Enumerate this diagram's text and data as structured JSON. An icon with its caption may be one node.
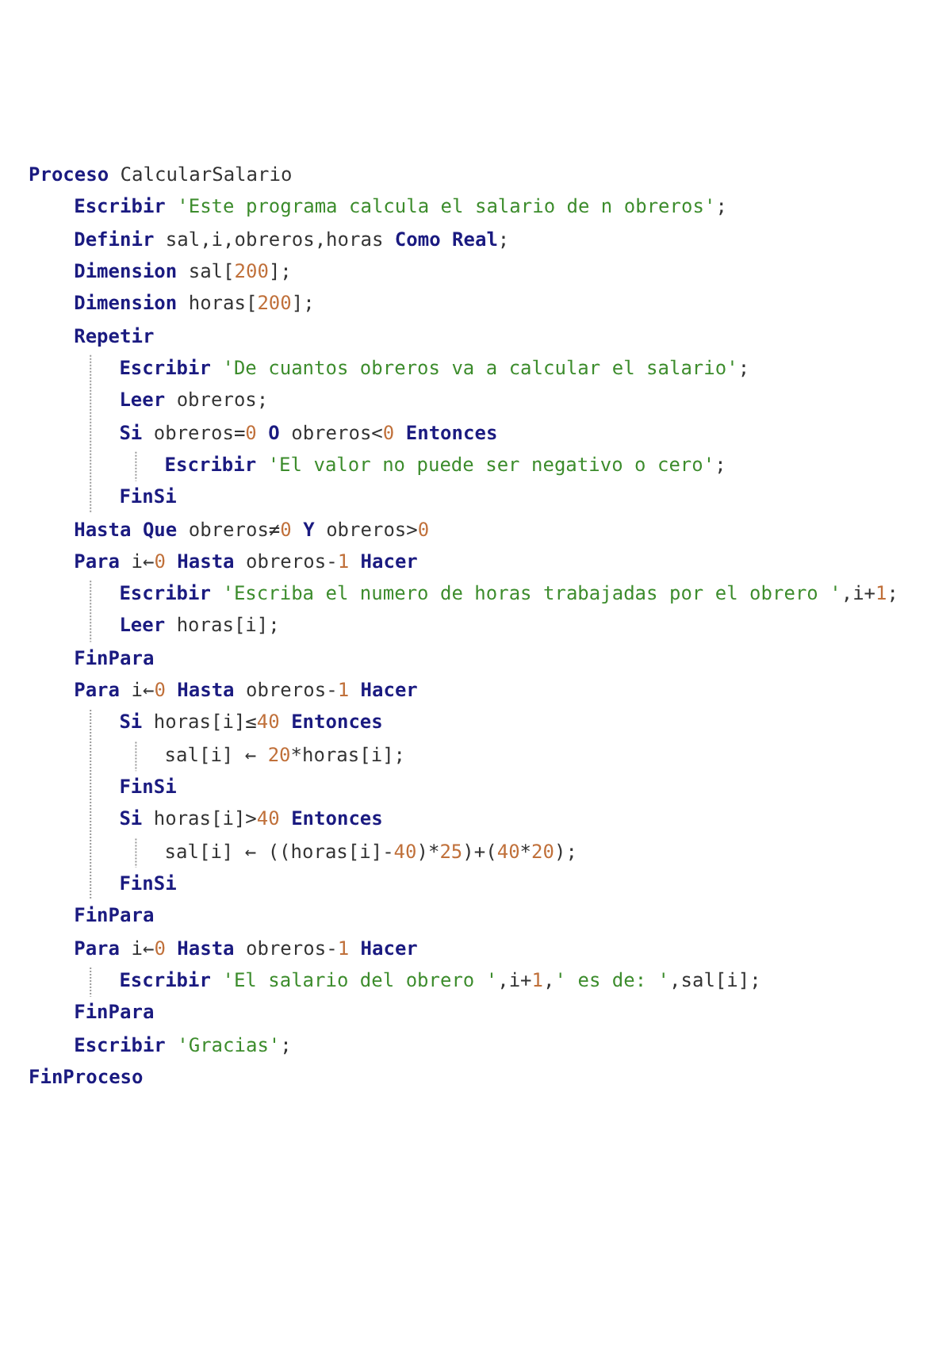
{
  "diagram": {
    "labels": [
      "**Proceso** CalcularSalario",
      "**Escribir** 'Este programa calcula el salario de n obreros';",
      "**Definir** sal,i,obreros,horas **Como Real**;",
      "**Dimension** sal[200];",
      "**Dimension** horas[200];",
      "**Repetir**",
      "**Escribir** 'De cuantos obreros va a calcular el salario';",
      "**Leer** obreros;",
      "**Si** obreros=0 **O** obreros<0 **Entonces**",
      "**Escribir** 'El valor no puede ser negativo o cero';",
      "**FinSi**",
      "**Hasta Que** obreros≠0 **Y** obreros>0",
      "**Para** i←0 **Hasta** obreros-1 **Hacer**",
      "**Escribir** 'Escriba el numero de horas trabajadas por el obrero ',i+1;",
      "**Leer** horas[i];",
      "**FinPara**",
      "**Para** i←0 **Hasta** obreros-1 **Hacer**",
      "**Si** horas[i]≤40 **Entonces**",
      "sal[i] ← 20*horas[i];",
      "**FinSi**",
      "**Si** horas[i]>40 **Entonces**",
      "sal[i] ← ((horas[i]-40)*25)+(40*20);",
      "**FinSi**",
      "**FinPara**",
      "**Para** i←0 **Hasta** obreros-1 **Hacer**",
      "**Escribir** 'El salario del obrero ',i+1,' es de: ',sal[i];",
      "**FinPara**",
      "**Escribir** 'Gracias';",
      "**FinProceso**"
    ]
  }
}
